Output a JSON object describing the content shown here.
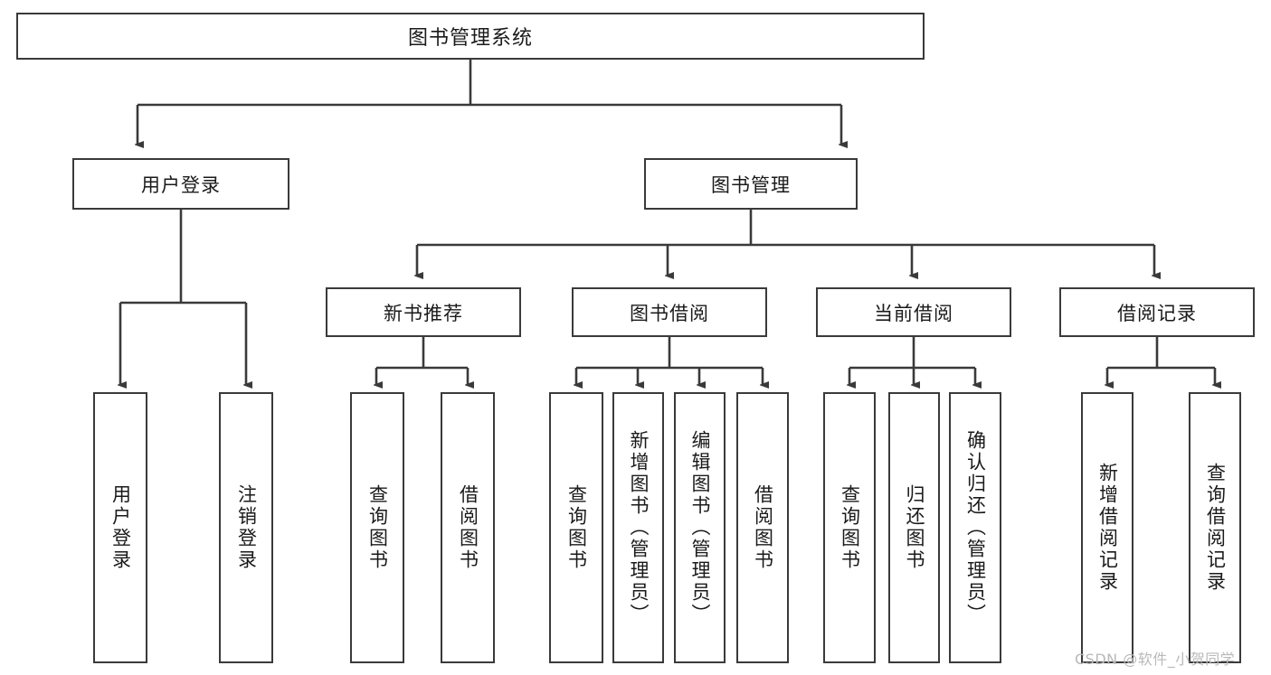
{
  "diagram": {
    "title": "图书管理系统",
    "type": "tree-hierarchy-diagram",
    "root": {
      "label": "图书管理系统"
    },
    "level2": [
      {
        "label": "用户登录"
      },
      {
        "label": "图书管理"
      }
    ],
    "level3": [
      {
        "label": "新书推荐"
      },
      {
        "label": "图书借阅"
      },
      {
        "label": "当前借阅"
      },
      {
        "label": "借阅记录"
      }
    ],
    "leaves": {
      "user_login": [
        {
          "label": "用户登录"
        },
        {
          "label": "注销登录"
        }
      ],
      "new_book_recommend": [
        {
          "label": "查询图书"
        },
        {
          "label": "借阅图书"
        }
      ],
      "book_borrow": [
        {
          "label": "查询图书"
        },
        {
          "label": "新增图书（管理员）"
        },
        {
          "label": "编辑图书（管理员）"
        },
        {
          "label": "借阅图书"
        }
      ],
      "current_borrow": [
        {
          "label": "查询图书"
        },
        {
          "label": "归还图书"
        },
        {
          "label": "确认归还（管理员）"
        }
      ],
      "borrow_records": [
        {
          "label": "新增借阅记录"
        },
        {
          "label": "查询借阅记录"
        }
      ]
    }
  },
  "watermark": {
    "text": "CSDN @软件_小贺同学"
  },
  "colors": {
    "stroke": "#3a3a3a",
    "fill": "#ffffff",
    "text": "#1a1a1a",
    "watermark": "#b9b9b9"
  }
}
